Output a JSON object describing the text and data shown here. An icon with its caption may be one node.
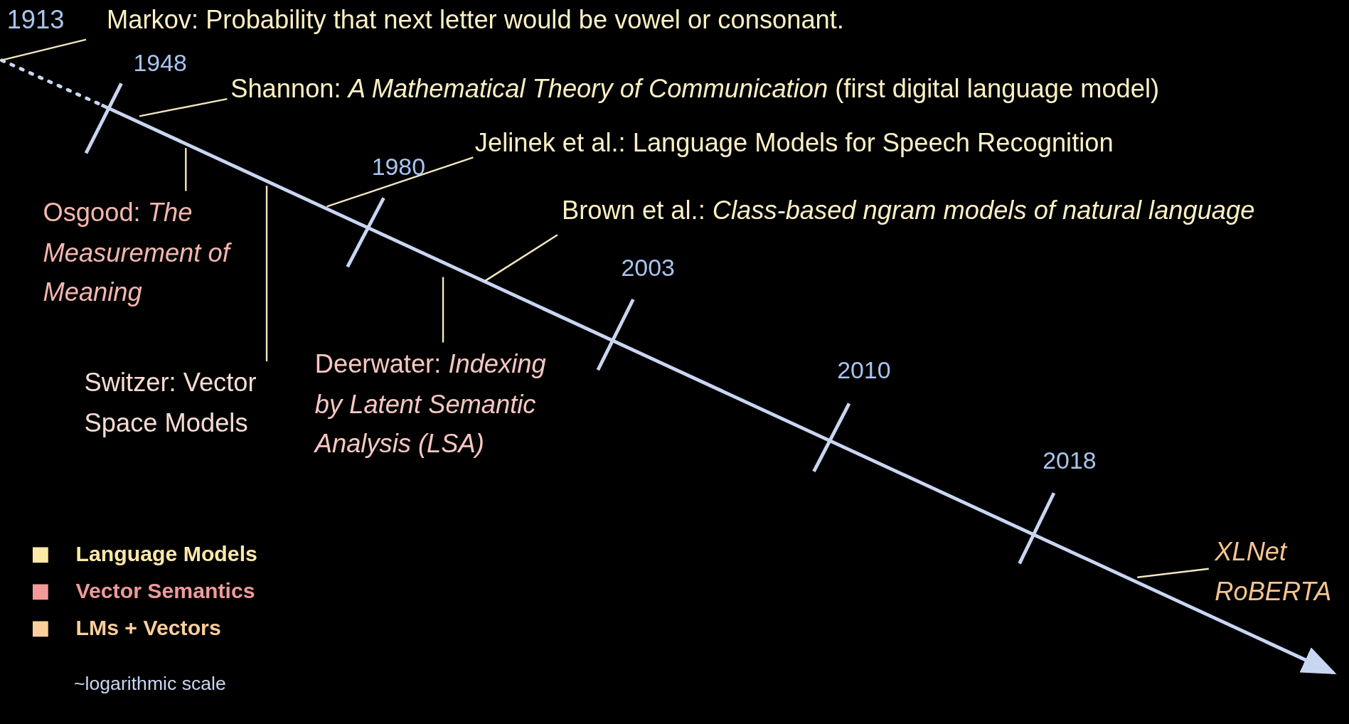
{
  "diagram": {
    "nodes": [
      {
        "text": [
          "1913"
        ]
      },
      {
        "text": [
          "Markov: Probability that next letter would be vowel or consonant."
        ]
      },
      {
        "text": [
          "Shannon: *A Mathematical Theory of Communication* (first digital language model)"
        ]
      },
      {
        "text": [
          "Jelinek et al.: Language Models for Speech Recognition"
        ]
      },
      {
        "text": [
          "Osgood: *The Measurement of Meaning*"
        ]
      },
      {
        "text": [
          "Switzer: Vector Space Models"
        ]
      },
      {
        "text": [
          "Brown et al.: *Class-based ngram models of natural language*"
        ]
      },
      {
        "text": [
          "Deerwater: *Indexing by Latent Semantic Analysis (LSA)*"
        ]
      },
      {
        "text": [
          "XLNet RoBERTA"
        ]
      }
    ],
    "edges": [
      {
        "from": 0,
        "to": null,
        "arrow": "none"
      },
      {
        "from": 2,
        "to": null,
        "arrow": "none"
      },
      {
        "from": 3,
        "to": null,
        "arrow": "none"
      },
      {
        "from": 4,
        "to": null,
        "arrow": "none"
      },
      {
        "from": 5,
        "to": null,
        "arrow": "none"
      },
      {
        "from": 6,
        "to": null,
        "arrow": "none"
      },
      {
        "from": 7,
        "to": null,
        "arrow": "none"
      },
      {
        "from": 8,
        "to": null,
        "arrow": "none"
      }
    ],
    "labels": [
      "1948",
      "1980",
      "2003",
      "2010",
      "2018",
      "~logarithmic scale"
    ],
    "legend": [
      {
        "text": "Language Models",
        "color": "#fde9a6"
      },
      {
        "text": "Vector Semantics",
        "color": "#f09a9a"
      },
      {
        "text": "LMs + Vectors",
        "color": "#fbcf9b"
      }
    ]
  }
}
